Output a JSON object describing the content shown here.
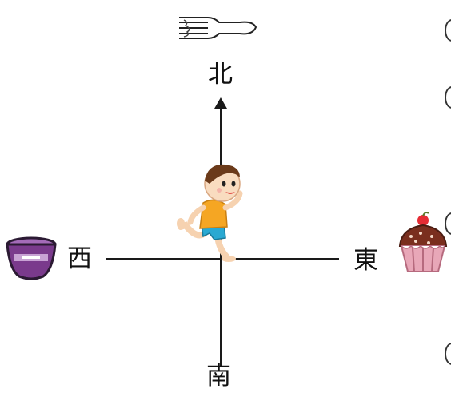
{
  "directions": {
    "north": "北",
    "south": "南",
    "west": "西",
    "east": "東"
  },
  "icons": {
    "north": "fork-icon",
    "west": "bowl-icon",
    "east": "cupcake-icon",
    "center": "child-figure"
  },
  "colors": {
    "axis": "#1a1a1a",
    "bowl": "#7a3a8c",
    "cupcake_frosting": "#7a2e1e",
    "cupcake_wrapper": "#e8a7b8",
    "cherry": "#e52c34",
    "child_shirt": "#f5a623",
    "child_shorts": "#2aa9d2"
  }
}
